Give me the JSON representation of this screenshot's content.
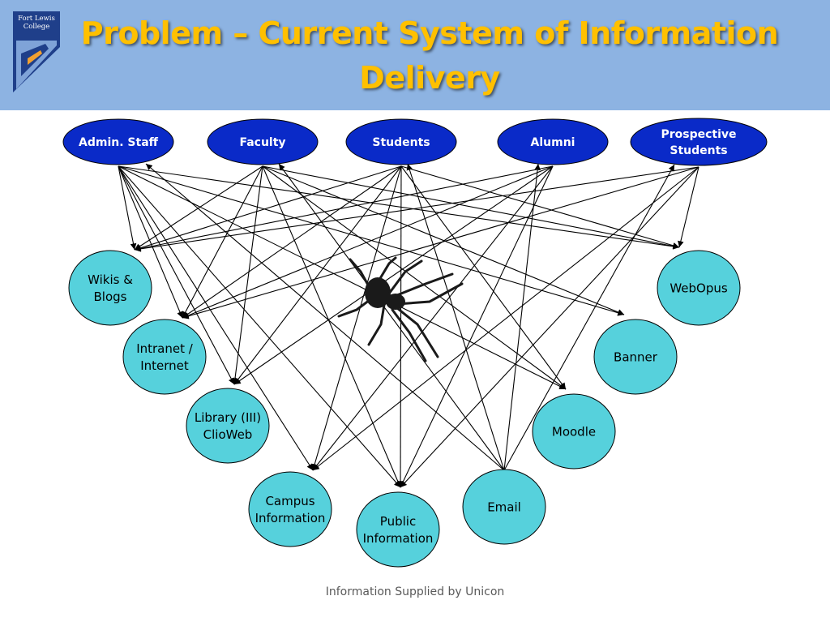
{
  "slide": {
    "title_line1": "Problem – Current System of Information",
    "title_line2": "Delivery",
    "logo_line1": "Fort Lewis",
    "logo_line2": "College",
    "credit": "Information Supplied by Unicon"
  },
  "diagram": {
    "colors": {
      "user_fill": "#0a2ac8",
      "system_fill": "#56d1dc",
      "header_bg": "#8db3e2",
      "title": "#ffc000"
    },
    "user_nodes": [
      {
        "id": "admin",
        "lines": [
          "Admin. Staff"
        ]
      },
      {
        "id": "faculty",
        "lines": [
          "Faculty"
        ]
      },
      {
        "id": "students",
        "lines": [
          "Students"
        ]
      },
      {
        "id": "alumni",
        "lines": [
          "Alumni"
        ]
      },
      {
        "id": "prospective",
        "lines": [
          "Prospective",
          "Students"
        ]
      }
    ],
    "system_nodes": [
      {
        "id": "wikis",
        "lines": [
          "Wikis &",
          "Blogs"
        ]
      },
      {
        "id": "intranet",
        "lines": [
          "Intranet /",
          "Internet"
        ]
      },
      {
        "id": "library",
        "lines": [
          "Library (III)",
          "ClioWeb"
        ]
      },
      {
        "id": "campus",
        "lines": [
          "Campus",
          "Information"
        ]
      },
      {
        "id": "public",
        "lines": [
          "Public",
          "Information"
        ]
      },
      {
        "id": "email",
        "lines": [
          "Email"
        ]
      },
      {
        "id": "moodle",
        "lines": [
          "Moodle"
        ]
      },
      {
        "id": "banner",
        "lines": [
          "Banner"
        ]
      },
      {
        "id": "webopus",
        "lines": [
          "WebOpus"
        ]
      }
    ],
    "links": [
      [
        "admin",
        "wikis"
      ],
      [
        "admin",
        "intranet"
      ],
      [
        "admin",
        "library"
      ],
      [
        "admin",
        "campus"
      ],
      [
        "admin",
        "public"
      ],
      [
        "admin",
        "moodle"
      ],
      [
        "admin",
        "banner"
      ],
      [
        "admin",
        "webopus"
      ],
      [
        "faculty",
        "wikis"
      ],
      [
        "faculty",
        "intranet"
      ],
      [
        "faculty",
        "library"
      ],
      [
        "faculty",
        "public"
      ],
      [
        "faculty",
        "moodle"
      ],
      [
        "faculty",
        "banner"
      ],
      [
        "faculty",
        "webopus"
      ],
      [
        "students",
        "wikis"
      ],
      [
        "students",
        "intranet"
      ],
      [
        "students",
        "library"
      ],
      [
        "students",
        "campus"
      ],
      [
        "students",
        "public"
      ],
      [
        "students",
        "moodle"
      ],
      [
        "students",
        "webopus"
      ],
      [
        "alumni",
        "wikis"
      ],
      [
        "alumni",
        "intranet"
      ],
      [
        "alumni",
        "library"
      ],
      [
        "alumni",
        "public"
      ],
      [
        "alumni",
        "campus"
      ],
      [
        "prospective",
        "wikis"
      ],
      [
        "prospective",
        "intranet"
      ],
      [
        "prospective",
        "campus"
      ],
      [
        "prospective",
        "public"
      ],
      [
        "prospective",
        "webopus"
      ],
      [
        "email",
        "admin"
      ],
      [
        "email",
        "faculty"
      ],
      [
        "email",
        "students"
      ],
      [
        "email",
        "alumni"
      ],
      [
        "email",
        "prospective"
      ]
    ]
  }
}
